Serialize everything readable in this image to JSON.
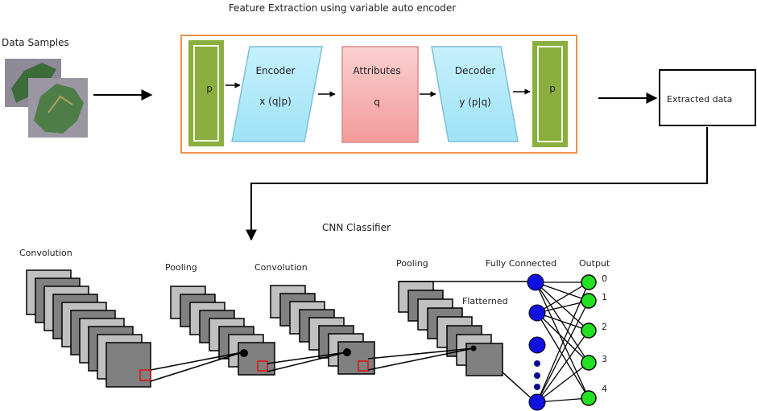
{
  "title": "Feature Extraction using variable auto encoder",
  "data_samples": {
    "label": "Data Samples"
  },
  "autoencoder": {
    "input": {
      "label": "p"
    },
    "encoder": {
      "title": "Encoder",
      "formula": "x (q|p)"
    },
    "attributes": {
      "title": "Attributes",
      "var": "q"
    },
    "decoder": {
      "title": "Decoder",
      "formula": "y (p|q)"
    },
    "output": {
      "label": "p"
    }
  },
  "extracted": {
    "label": "Extracted data"
  },
  "cnn": {
    "title": "CNN Classifier",
    "stages": [
      {
        "label": "Convolution"
      },
      {
        "label": "Pooling"
      },
      {
        "label": "Convolution"
      },
      {
        "label": "Pooling"
      }
    ],
    "flattened_label": "Flatterned",
    "fc_label": "Fully Connected",
    "output_label": "Output",
    "output_classes": [
      "0",
      "1",
      "2",
      "3",
      "4"
    ]
  },
  "colors": {
    "frame": "#f0924a",
    "green": "#8aaf3e",
    "encoder_fill": "#aee8f8",
    "attr_fill": "#f7b5b5",
    "fc_node": "#1010e0",
    "out_node": "#22e022",
    "kernel": "#e01010"
  }
}
